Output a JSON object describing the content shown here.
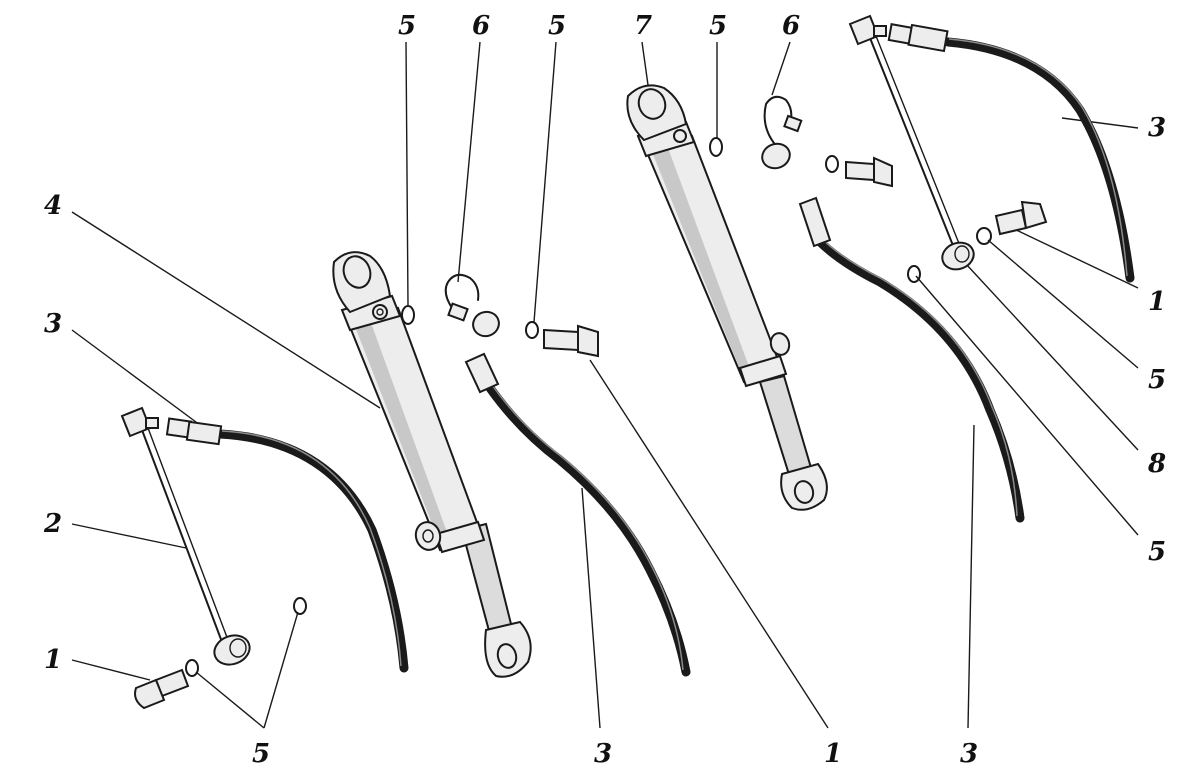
{
  "callouts": [
    {
      "id": "c-top-5a",
      "label": "5"
    },
    {
      "id": "c-top-6a",
      "label": "6"
    },
    {
      "id": "c-top-5b",
      "label": "5"
    },
    {
      "id": "c-top-7",
      "label": "7"
    },
    {
      "id": "c-top-5c",
      "label": "5"
    },
    {
      "id": "c-top-6b",
      "label": "6"
    },
    {
      "id": "c-left-4",
      "label": "4"
    },
    {
      "id": "c-left-3",
      "label": "3"
    },
    {
      "id": "c-left-2",
      "label": "2"
    },
    {
      "id": "c-left-1",
      "label": "1"
    },
    {
      "id": "c-bottom-5",
      "label": "5"
    },
    {
      "id": "c-bottom-3a",
      "label": "3"
    },
    {
      "id": "c-bottom-1",
      "label": "1"
    },
    {
      "id": "c-bottom-3b",
      "label": "3"
    },
    {
      "id": "c-right-3",
      "label": "3"
    },
    {
      "id": "c-right-1",
      "label": "1"
    },
    {
      "id": "c-right-5a",
      "label": "5"
    },
    {
      "id": "c-right-8",
      "label": "8"
    },
    {
      "id": "c-right-5b",
      "label": "5"
    }
  ],
  "colors": {
    "ink": "#1a1a1a",
    "paper": "#ffffff"
  }
}
